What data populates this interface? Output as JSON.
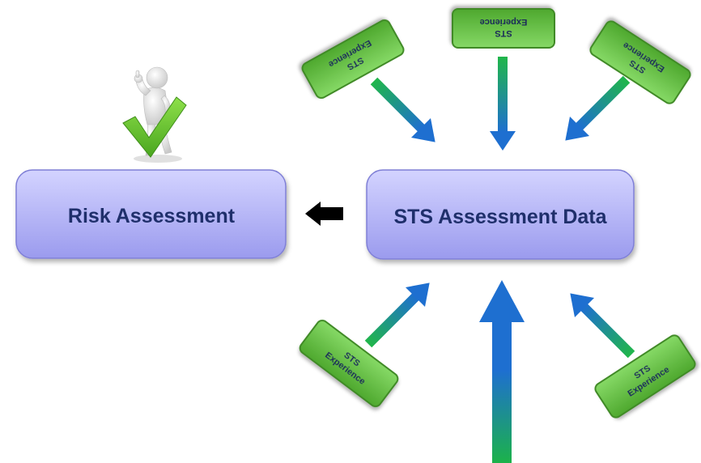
{
  "boxes": {
    "risk_assessment": "Risk Assessment",
    "sts_assessment_data": "STS Assessment Data"
  },
  "tags": {
    "line1": "STS",
    "line2": "Experience"
  },
  "colors": {
    "box_fill_top": "#c9c9ff",
    "box_fill_bottom": "#9d9df0",
    "box_text": "#1f2f6b",
    "tag_fill": "#6cc24a",
    "tag_stroke": "#3a7a22",
    "tag_text": "#1a2a5a",
    "arrow_green": "#1db34a",
    "arrow_blue": "#1e6fd0",
    "checkmark": "#66c52b",
    "black_arrow": "#000000"
  },
  "icons": {
    "figure": "person-thumbs-up-icon",
    "check": "checkmark-icon",
    "left_arrow": "arrow-left-icon"
  }
}
